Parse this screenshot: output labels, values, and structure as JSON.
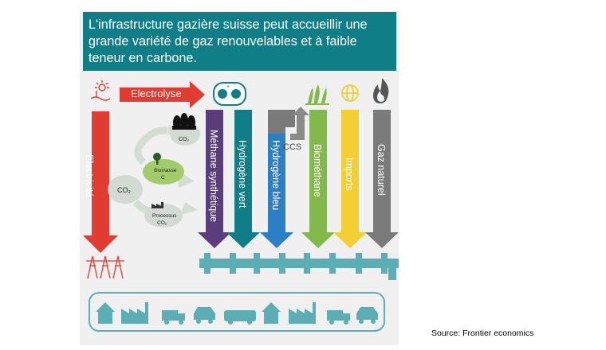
{
  "title_lines": [
    "L'infrastructure gazière suisse peut accueillir une",
    "grande variété de gaz renouvelables et à faible",
    "teneur en carbone."
  ],
  "arrows": {
    "electrolyse": "Electrolyse",
    "electricite": "Electricité",
    "methane": "Méthane synthétique",
    "hydrogene_vert": "Hydrogène vert",
    "hydrogene_bleu": "Hydrogène bleu",
    "biomethane": "Biométhane",
    "imports": "Imports",
    "gaz_naturel": "Gaz naturel"
  },
  "cycle": {
    "co2_cloud": "CO₂",
    "biomasse_line1": "Biomasse",
    "biomasse_line2": "C",
    "processus_line1": "Processus",
    "processus_line2": "CO₂",
    "factory_co2": "CO₂"
  },
  "ccs_label": "CCS",
  "source": "Source: Frontier economics",
  "colors": {
    "title_bg": "#0f7e86",
    "red": "#e03c31",
    "purple": "#5b3d7e",
    "teal": "#0f7e86",
    "blue": "#2c7fc4",
    "grey": "#7a7a7a",
    "green": "#83b84a",
    "yellow": "#f3cf34",
    "pipe": "#5aaeb4",
    "panel_bg": "#f0f0f0",
    "cycle": "#c8d8c8"
  },
  "icons": [
    "sun-wind-icon",
    "electrolyser-tank-icon",
    "forest-icon",
    "tree-icon",
    "factory-icon",
    "leaves-icon",
    "globe-icon",
    "flame-icon",
    "power-pylon-icon",
    "gas-pipe-icon",
    "house-icon",
    "factory-icon",
    "truck-icon",
    "car-icon",
    "bus-icon"
  ]
}
